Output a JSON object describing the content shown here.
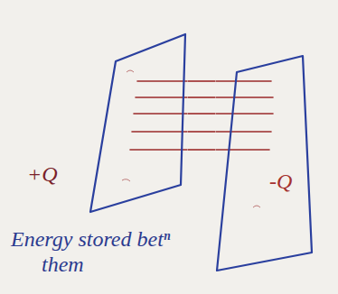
{
  "diagram": {
    "nodes": [
      {
        "text": [
          "+Q"
        ]
      },
      {
        "text": [
          "-Q"
        ]
      }
    ],
    "edges": [
      {
        "from": 0,
        "to": 1,
        "arrow": "none"
      },
      {
        "from": 0,
        "to": 1,
        "arrow": "none"
      },
      {
        "from": 0,
        "to": 1,
        "arrow": "none"
      },
      {
        "from": 0,
        "to": 1,
        "arrow": "none"
      },
      {
        "from": 0,
        "to": 1,
        "arrow": "none"
      }
    ],
    "labels": [
      "Energy stored betⁿ them"
    ]
  }
}
